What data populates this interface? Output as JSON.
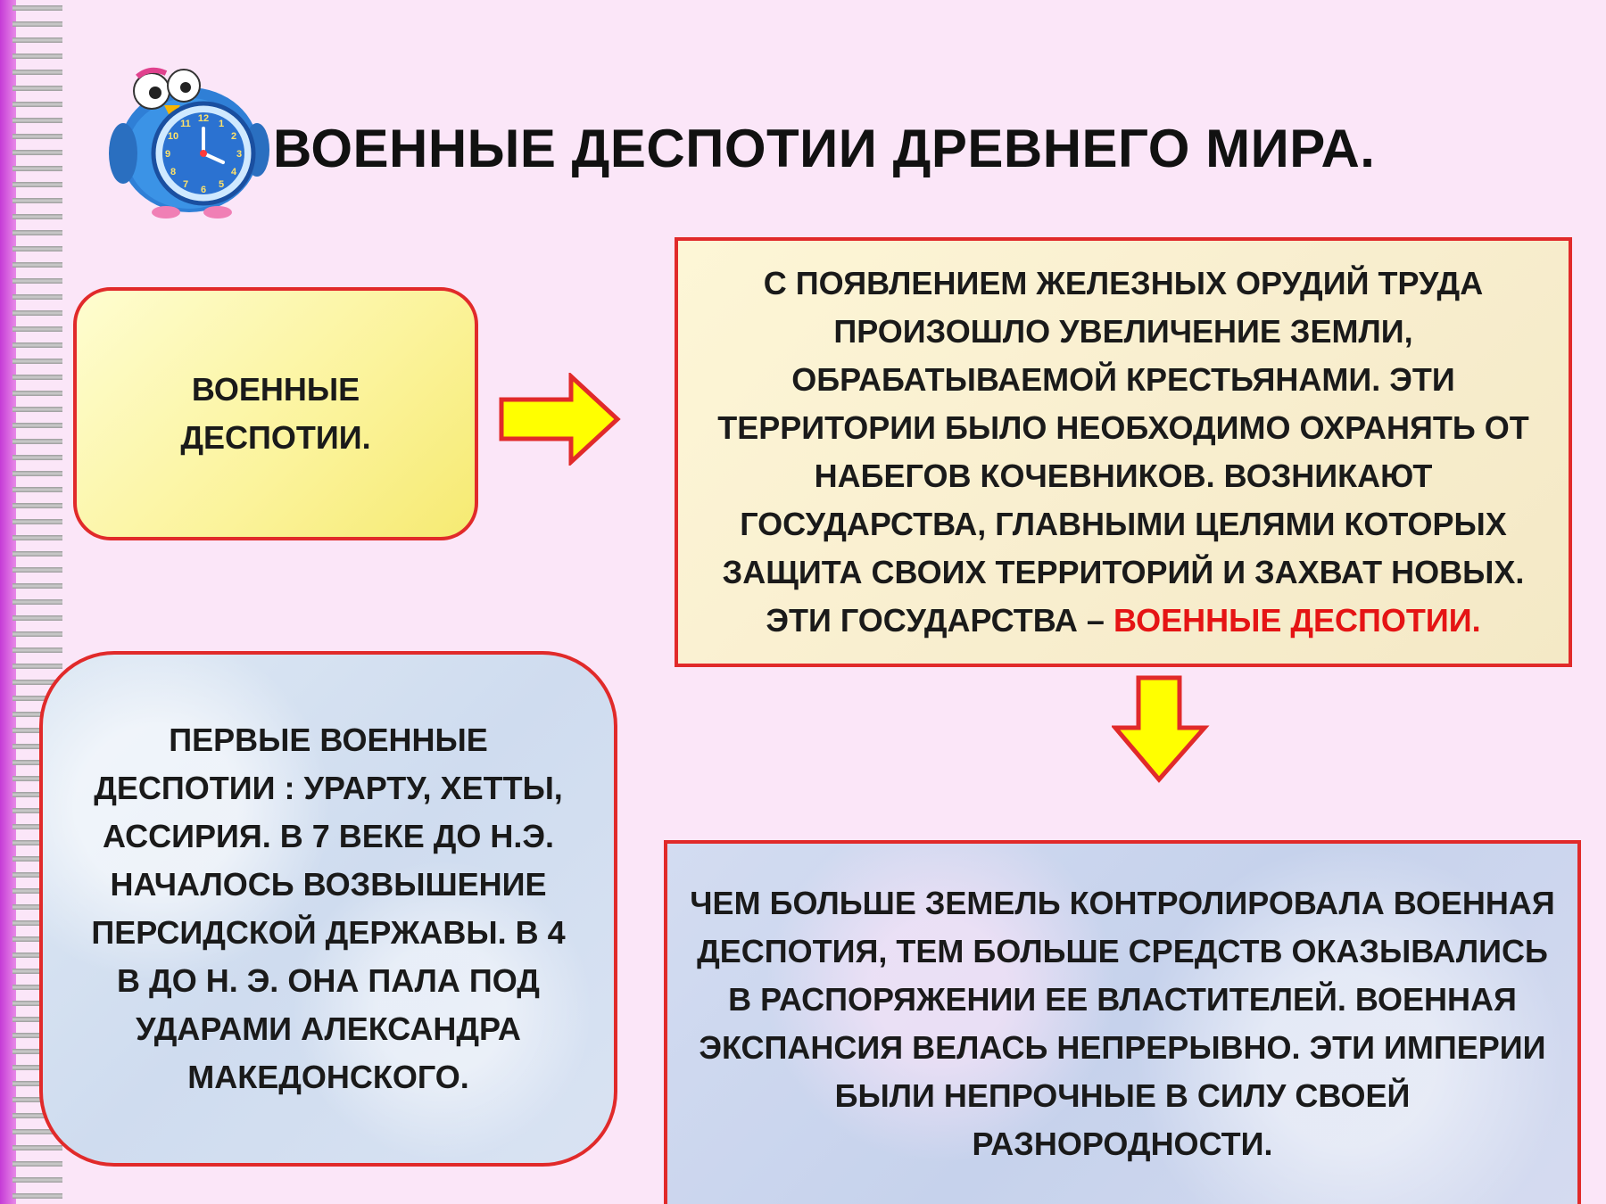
{
  "title": "ВОЕННЫЕ ДЕСПОТИИ ДРЕВНЕГО МИРА.",
  "mascot": {
    "icon": "owl-clock-mascot-icon"
  },
  "definition_box": {
    "line1": "ВОЕННЫЕ",
    "line2": "ДЕСПОТИИ."
  },
  "emergence_box": {
    "text": "С ПОЯВЛЕНИЕМ  ЖЕЛЕЗНЫХ ОРУДИЙ ТРУДА ПРОИЗОШЛО УВЕЛИЧЕНИЕ ЗЕМЛИ, ОБРАБАТЫВАЕМОЙ  КРЕСТЬЯНАМИ. ЭТИ ТЕРРИТОРИИ  БЫЛО НЕОБХОДИМО ОХРАНЯТЬ ОТ НАБЕГОВ  КОЧЕВНИКОВ. ВОЗНИКАЮТ ГОСУДАРСТВА, ГЛАВНЫМИ ЦЕЛЯМИ КОТОРЫХ ЗАЩИТА  СВОИХ ТЕРРИТОРИЙ И ЗАХВАТ НОВЫХ. ЭТИ ГОСУДАРСТВА – ",
    "highlight": "ВОЕННЫЕ ДЕСПОТИИ."
  },
  "first_box": {
    "text": "ПЕРВЫЕ ВОЕННЫЕ ДЕСПОТИИ : УРАРТУ, ХЕТТЫ, АССИРИЯ. В 7 ВЕКЕ ДО Н.Э. НАЧАЛОСЬ ВОЗВЫШЕНИЕ ПЕРСИДСКОЙ ДЕРЖАВЫ. В 4 В ДО Н. Э. ОНА ПАЛА ПОД УДАРАМИ  АЛЕКСАНДРА МАКЕДОНСКОГО."
  },
  "more_box": {
    "text": "ЧЕМ БОЛЬШЕ  ЗЕМЕЛЬ КОНТРОЛИРОВАЛА ВОЕННАЯ ДЕСПОТИЯ, ТЕМ БОЛЬШЕ СРЕДСТВ ОКАЗЫВАЛИСЬ  В РАСПОРЯЖЕНИИ ЕЕ ВЛАСТИТЕЛЕЙ.  ВОЕННАЯ ЭКСПАНСИЯ  ВЕЛАСЬ НЕПРЕРЫВНО. ЭТИ ИМПЕРИИ БЫЛИ НЕПРОЧНЫЕ В СИЛУ СВОЕЙ  РАЗНОРОДНОСТИ."
  },
  "arrows": {
    "right_icon": "arrow-right-icon",
    "down_icon": "arrow-down-icon"
  },
  "colors": {
    "box_border": "#e12a2a",
    "highlight_text": "#e51414",
    "arrow_fill": "#ffff00",
    "arrow_stroke": "#e12a2a",
    "background": "#fbe6f8"
  }
}
